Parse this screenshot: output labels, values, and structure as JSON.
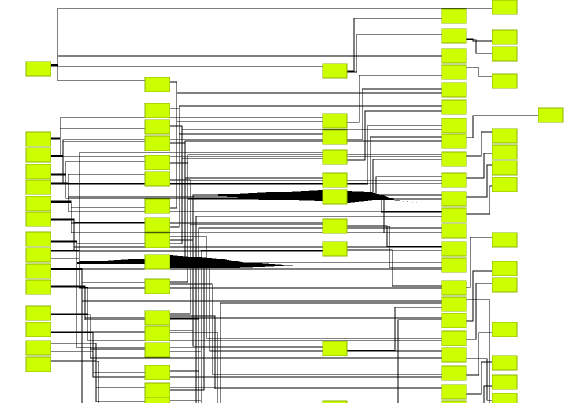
{
  "diagram": {
    "type": "orthogonal-graph",
    "colors": {
      "node_fill": "#ccff00",
      "node_stroke": "#8db300",
      "edge": "#000000",
      "background": "#ffffff"
    },
    "columns": [
      "A",
      "B",
      "C",
      "D",
      "E",
      "F"
    ],
    "node_labels_visible": false,
    "nodes": [
      {
        "id": "a1",
        "col": "A"
      },
      {
        "id": "a2",
        "col": "A"
      },
      {
        "id": "a3",
        "col": "A"
      },
      {
        "id": "a4",
        "col": "A"
      },
      {
        "id": "a5",
        "col": "A"
      },
      {
        "id": "a6",
        "col": "A"
      },
      {
        "id": "a7",
        "col": "A"
      },
      {
        "id": "a8",
        "col": "A"
      },
      {
        "id": "a9",
        "col": "A"
      },
      {
        "id": "a10",
        "col": "A"
      },
      {
        "id": "a11",
        "col": "A"
      },
      {
        "id": "a12",
        "col": "A"
      },
      {
        "id": "a13",
        "col": "A"
      },
      {
        "id": "a14",
        "col": "A"
      },
      {
        "id": "a15",
        "col": "A"
      },
      {
        "id": "b1",
        "col": "B"
      },
      {
        "id": "b2",
        "col": "B"
      },
      {
        "id": "b3",
        "col": "B"
      },
      {
        "id": "b4",
        "col": "B"
      },
      {
        "id": "b5",
        "col": "B"
      },
      {
        "id": "b6",
        "col": "B"
      },
      {
        "id": "b7",
        "col": "B"
      },
      {
        "id": "b8",
        "col": "B"
      },
      {
        "id": "b9",
        "col": "B"
      },
      {
        "id": "b10",
        "col": "B"
      },
      {
        "id": "b11",
        "col": "B"
      },
      {
        "id": "b12",
        "col": "B"
      },
      {
        "id": "b13",
        "col": "B"
      },
      {
        "id": "b14",
        "col": "B"
      },
      {
        "id": "b15",
        "col": "B"
      },
      {
        "id": "b16",
        "col": "B"
      },
      {
        "id": "b17",
        "col": "B"
      },
      {
        "id": "c1",
        "col": "C"
      },
      {
        "id": "c2",
        "col": "C"
      },
      {
        "id": "c3",
        "col": "C"
      },
      {
        "id": "c4",
        "col": "C"
      },
      {
        "id": "c5",
        "col": "C"
      },
      {
        "id": "c6",
        "col": "C"
      },
      {
        "id": "c7",
        "col": "C"
      },
      {
        "id": "c8",
        "col": "C"
      },
      {
        "id": "c9",
        "col": "C"
      },
      {
        "id": "c10",
        "col": "C"
      },
      {
        "id": "d1",
        "col": "D"
      },
      {
        "id": "d2",
        "col": "D"
      },
      {
        "id": "d3",
        "col": "D"
      },
      {
        "id": "d4",
        "col": "D"
      },
      {
        "id": "d5",
        "col": "D"
      },
      {
        "id": "d6",
        "col": "D"
      },
      {
        "id": "d7",
        "col": "D"
      },
      {
        "id": "d8",
        "col": "D"
      },
      {
        "id": "d9",
        "col": "D"
      },
      {
        "id": "d10",
        "col": "D"
      },
      {
        "id": "d11",
        "col": "D"
      },
      {
        "id": "d12",
        "col": "D"
      },
      {
        "id": "d13",
        "col": "D"
      },
      {
        "id": "d14",
        "col": "D"
      },
      {
        "id": "d15",
        "col": "D"
      },
      {
        "id": "d16",
        "col": "D"
      },
      {
        "id": "d17",
        "col": "D"
      },
      {
        "id": "d18",
        "col": "D"
      },
      {
        "id": "d19",
        "col": "D"
      },
      {
        "id": "d20",
        "col": "D"
      },
      {
        "id": "d21",
        "col": "D"
      },
      {
        "id": "d22",
        "col": "D"
      },
      {
        "id": "d23",
        "col": "D"
      },
      {
        "id": "e1",
        "col": "E"
      },
      {
        "id": "e2",
        "col": "E"
      },
      {
        "id": "e3",
        "col": "E"
      },
      {
        "id": "e4",
        "col": "E"
      },
      {
        "id": "e5",
        "col": "E"
      },
      {
        "id": "e6",
        "col": "E"
      },
      {
        "id": "e7",
        "col": "E"
      },
      {
        "id": "e8",
        "col": "E"
      },
      {
        "id": "e9",
        "col": "E"
      },
      {
        "id": "e10",
        "col": "E"
      },
      {
        "id": "e11",
        "col": "E"
      },
      {
        "id": "e12",
        "col": "E"
      },
      {
        "id": "e13",
        "col": "E"
      },
      {
        "id": "e14",
        "col": "E"
      },
      {
        "id": "e15",
        "col": "E"
      },
      {
        "id": "e16",
        "col": "E"
      },
      {
        "id": "f1",
        "col": "F"
      }
    ],
    "edges": [
      [
        "a1",
        "c1"
      ],
      [
        "a1",
        "d3"
      ],
      [
        "a1",
        "b1"
      ],
      [
        "a1",
        "e1"
      ],
      [
        "a2",
        "c2"
      ],
      [
        "a2",
        "b3"
      ],
      [
        "a2",
        "d9"
      ],
      [
        "a3",
        "c3"
      ],
      [
        "a3",
        "b4"
      ],
      [
        "a3",
        "d10"
      ],
      [
        "a4",
        "b5"
      ],
      [
        "a4",
        "c5"
      ],
      [
        "a4",
        "d11"
      ],
      [
        "a5",
        "b6"
      ],
      [
        "a5",
        "c6"
      ],
      [
        "a5",
        "d12"
      ],
      [
        "a6",
        "b7"
      ],
      [
        "a6",
        "c7"
      ],
      [
        "a6",
        "d13"
      ],
      [
        "a7",
        "b8"
      ],
      [
        "a7",
        "c8"
      ],
      [
        "a7",
        "d14"
      ],
      [
        "a8",
        "b9"
      ],
      [
        "a8",
        "c9"
      ],
      [
        "a8",
        "d15"
      ],
      [
        "a9",
        "b10"
      ],
      [
        "a9",
        "c4"
      ],
      [
        "a9",
        "d16"
      ],
      [
        "a10",
        "b11"
      ],
      [
        "a10",
        "c10"
      ],
      [
        "a10",
        "d17"
      ],
      [
        "a11",
        "b12"
      ],
      [
        "a11",
        "d18"
      ],
      [
        "a11",
        "d19"
      ],
      [
        "a12",
        "b13"
      ],
      [
        "a12",
        "d20"
      ],
      [
        "a13",
        "b14"
      ],
      [
        "a13",
        "d21"
      ],
      [
        "a14",
        "b15"
      ],
      [
        "a14",
        "d22"
      ],
      [
        "a15",
        "b16"
      ],
      [
        "a15",
        "d23"
      ],
      [
        "b1",
        "c2"
      ],
      [
        "b2",
        "c3"
      ],
      [
        "b3",
        "c4"
      ],
      [
        "b4",
        "c5"
      ],
      [
        "b5",
        "c6"
      ],
      [
        "b6",
        "c7"
      ],
      [
        "b7",
        "d5"
      ],
      [
        "b8",
        "d6"
      ],
      [
        "b9",
        "d7"
      ],
      [
        "b10",
        "d8"
      ],
      [
        "b11",
        "d9"
      ],
      [
        "b12",
        "d10"
      ],
      [
        "b13",
        "d11"
      ],
      [
        "b14",
        "d12"
      ],
      [
        "b15",
        "d13"
      ],
      [
        "b16",
        "d14"
      ],
      [
        "b17",
        "d15"
      ],
      [
        "c1",
        "d1"
      ],
      [
        "c1",
        "d2"
      ],
      [
        "c2",
        "d4"
      ],
      [
        "c3",
        "d5"
      ],
      [
        "c4",
        "d6"
      ],
      [
        "c5",
        "d7"
      ],
      [
        "c6",
        "d8"
      ],
      [
        "c6",
        "d9"
      ],
      [
        "c6",
        "d10"
      ],
      [
        "c6",
        "d11"
      ],
      [
        "c6",
        "d12"
      ],
      [
        "c6",
        "d13"
      ],
      [
        "c7",
        "d14"
      ],
      [
        "c7",
        "d15"
      ],
      [
        "c8",
        "d16"
      ],
      [
        "c9",
        "d17"
      ],
      [
        "c10",
        "d18"
      ],
      [
        "d2",
        "e2"
      ],
      [
        "d2",
        "e3"
      ],
      [
        "d4",
        "e4"
      ],
      [
        "d8",
        "f1"
      ],
      [
        "d9",
        "e5"
      ],
      [
        "d10",
        "e6"
      ],
      [
        "d11",
        "e7"
      ],
      [
        "d12",
        "e8"
      ],
      [
        "d16",
        "e9"
      ],
      [
        "d18",
        "e10"
      ],
      [
        "d19",
        "e11"
      ],
      [
        "d21",
        "e12"
      ],
      [
        "d22",
        "e13"
      ],
      [
        "d23",
        "e14"
      ],
      [
        "d20",
        "e15"
      ],
      [
        "d17",
        "e16"
      ],
      [
        "b9",
        "d19"
      ],
      [
        "b10",
        "d20"
      ],
      [
        "b11",
        "d21"
      ],
      [
        "b12",
        "d22"
      ],
      [
        "b13",
        "d23"
      ],
      [
        "b9",
        "c9"
      ],
      [
        "b10",
        "c10"
      ],
      [
        "b12",
        "c10"
      ],
      [
        "b14",
        "c10"
      ],
      [
        "b16",
        "d17"
      ]
    ]
  }
}
